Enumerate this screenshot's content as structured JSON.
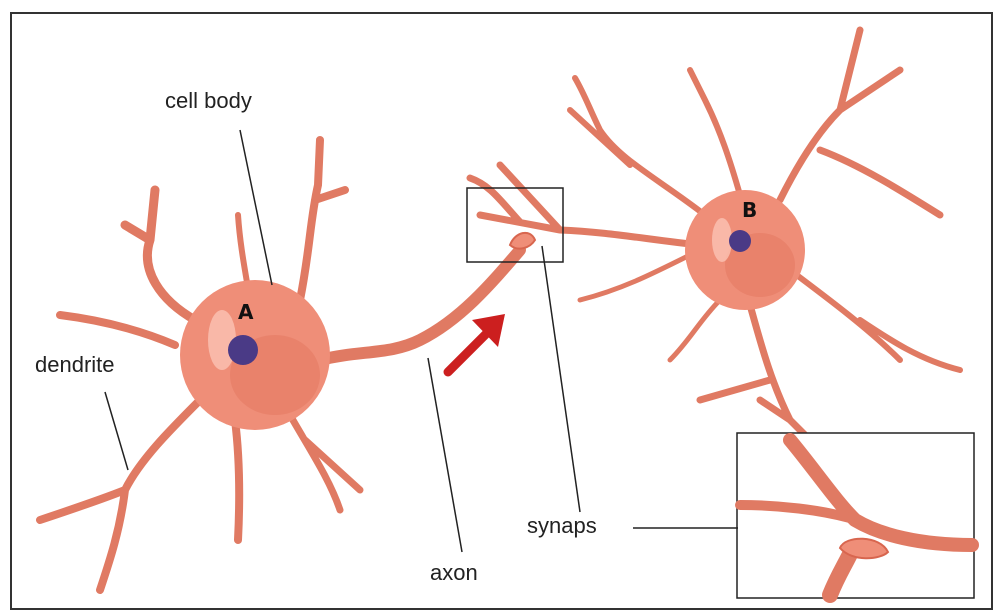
{
  "labels": {
    "cell_body": "cell body",
    "dendrite": "dendrite",
    "axon": "axon",
    "synapse": "synaps"
  },
  "neurons": {
    "a": "A",
    "b": "B"
  },
  "colors": {
    "membrane": "#ef8e78",
    "membrane_dark": "#d8664f",
    "nucleus": "#4a3a86",
    "arrow": "#cc1f1f",
    "frame": "#333333"
  }
}
